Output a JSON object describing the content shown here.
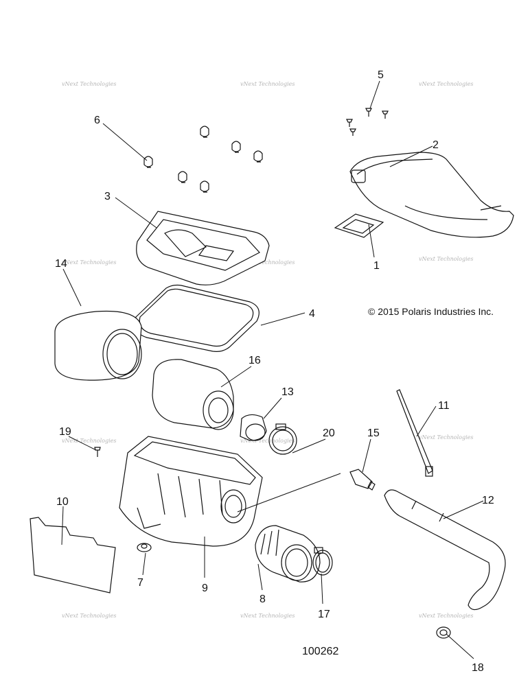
{
  "figure_number": "100262",
  "copyright": "© 2015 Polaris Industries Inc.",
  "watermark_text": "vNext Technologies",
  "callouts": {
    "c1": "1",
    "c2": "2",
    "c3": "3",
    "c4": "4",
    "c5": "5",
    "c6": "6",
    "c7": "7",
    "c8": "8",
    "c9": "9",
    "c10": "10",
    "c11": "11",
    "c12": "12",
    "c13": "13",
    "c14": "14",
    "c15": "15",
    "c16": "16",
    "c17": "17",
    "c18": "18",
    "c19": "19",
    "c20": "20"
  }
}
